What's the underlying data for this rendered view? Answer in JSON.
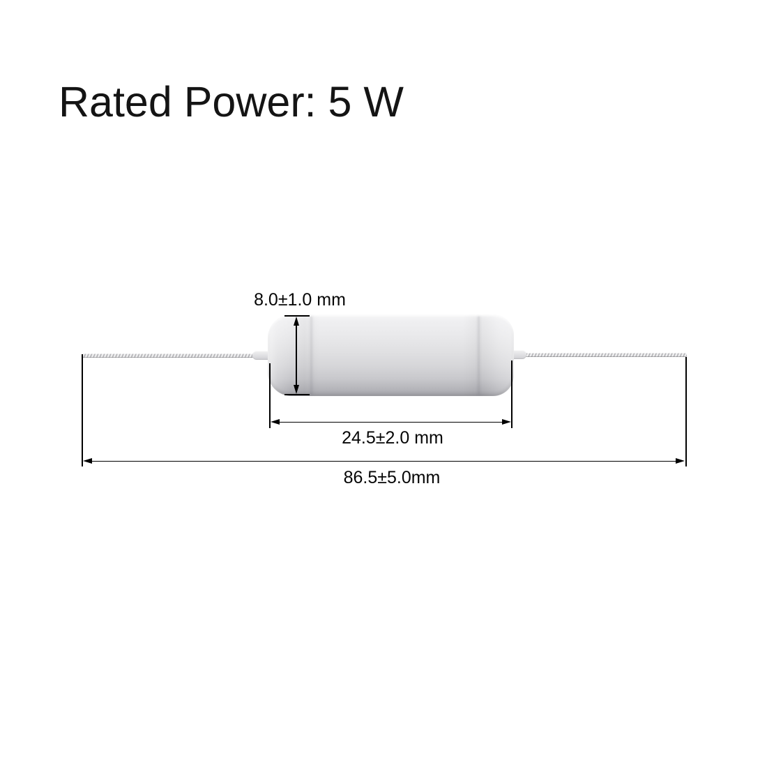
{
  "title": "Rated Power: 5 W",
  "annotations": {
    "diameter": "8.0±1.0 mm",
    "body_length": "24.5±2.0 mm",
    "total_length": "86.5±5.0mm"
  },
  "colors": {
    "background": "#ffffff",
    "text": "#141414",
    "dimension_lines": "#000000",
    "resistor_body_light": "#efeff1",
    "resistor_body_dark": "#a3a3a9",
    "lead_wire": "#c4c4c8"
  }
}
